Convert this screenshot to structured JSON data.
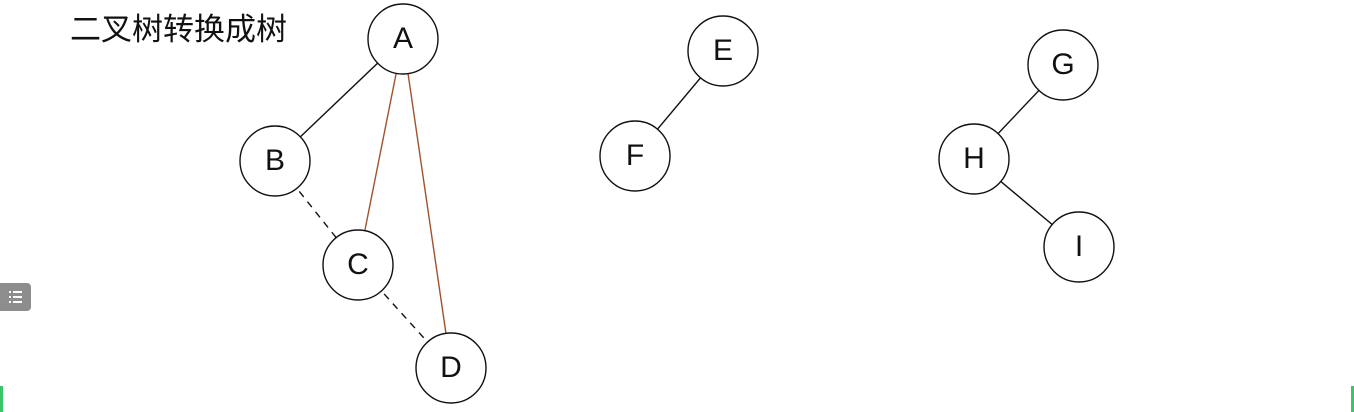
{
  "title": "二叉树转换成树",
  "nodes": {
    "A": "A",
    "B": "B",
    "C": "C",
    "D": "D",
    "E": "E",
    "F": "F",
    "G": "G",
    "H": "H",
    "I": "I"
  },
  "edges": [
    {
      "from": "A",
      "to": "B",
      "style": "solid",
      "color": "#111111"
    },
    {
      "from": "A",
      "to": "C",
      "style": "solid",
      "color": "#a0522d"
    },
    {
      "from": "A",
      "to": "D",
      "style": "solid",
      "color": "#a0522d"
    },
    {
      "from": "B",
      "to": "C",
      "style": "dashed",
      "color": "#111111"
    },
    {
      "from": "C",
      "to": "D",
      "style": "dashed",
      "color": "#111111"
    },
    {
      "from": "E",
      "to": "F",
      "style": "solid",
      "color": "#111111"
    },
    {
      "from": "G",
      "to": "H",
      "style": "solid",
      "color": "#111111"
    },
    {
      "from": "H",
      "to": "I",
      "style": "solid",
      "color": "#111111"
    }
  ],
  "colors": {
    "node_stroke": "#111111",
    "node_fill": "#ffffff",
    "converted_edge": "#a0522d",
    "menu_button": "#8d8d8d",
    "edge_marker": "#3cc46a"
  },
  "icons": {
    "menu": "list-icon"
  }
}
